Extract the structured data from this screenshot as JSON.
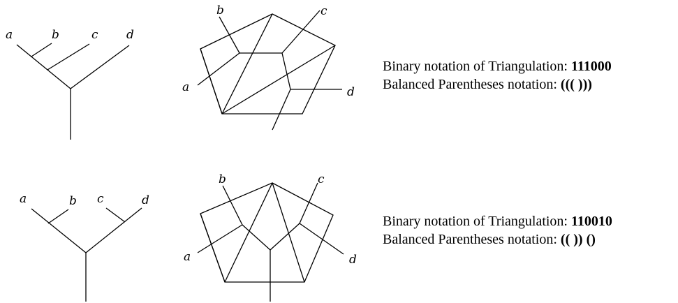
{
  "examples": [
    {
      "tree": {
        "leaves": [
          "a",
          "b",
          "c",
          "d"
        ]
      },
      "triangulation": {
        "leaves": [
          "a",
          "b",
          "c",
          "d"
        ]
      },
      "binary_label": "Binary notation of Triangulation:",
      "binary_value": "111000",
      "paren_label": "Balanced Parentheses notation:",
      "paren_value": "((( )))"
    },
    {
      "tree": {
        "leaves": [
          "a",
          "b",
          "c",
          "d"
        ]
      },
      "triangulation": {
        "leaves": [
          "a",
          "b",
          "c",
          "d"
        ]
      },
      "binary_label": "Binary notation of Triangulation:",
      "binary_value": "110010",
      "paren_label": "Balanced Parentheses notation:",
      "paren_value": "(( )) ()"
    }
  ]
}
